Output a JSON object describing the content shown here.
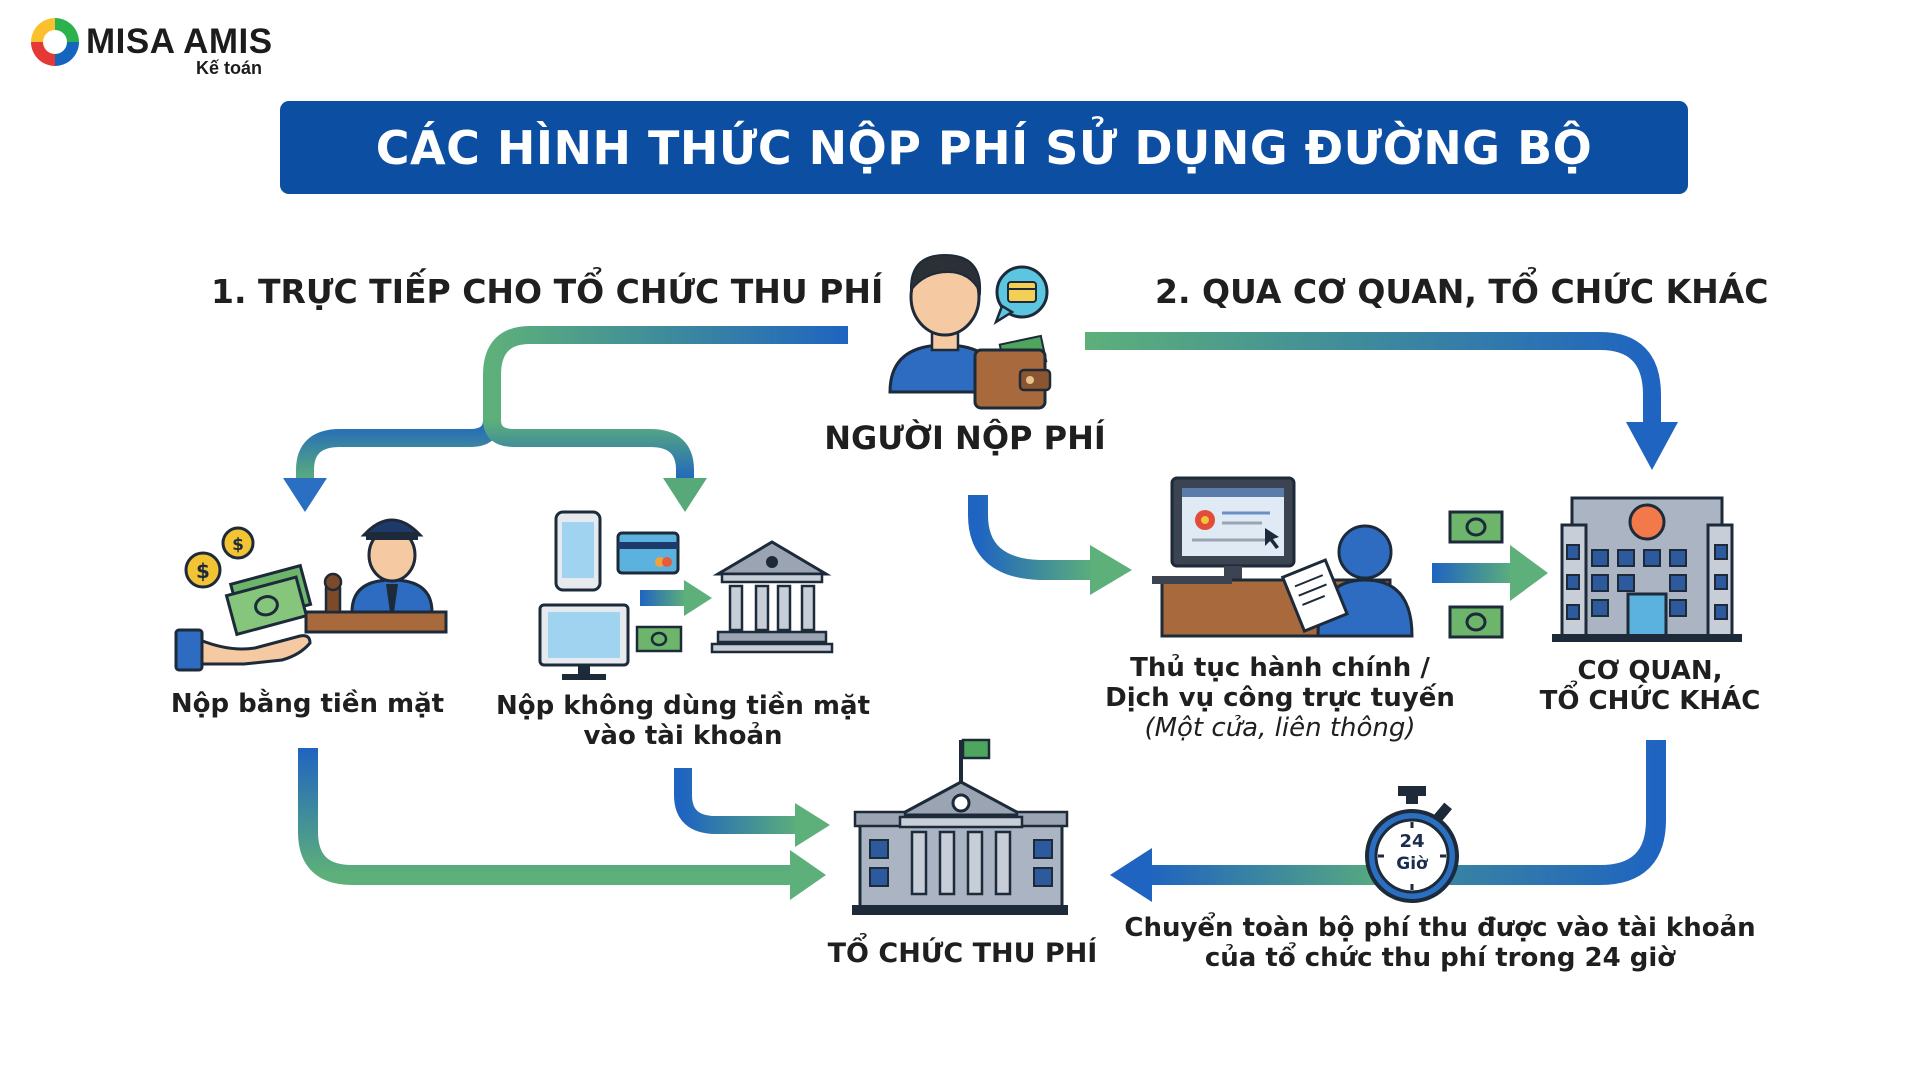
{
  "logo": {
    "brand": "MISA AMIS",
    "sub": "Kế toán"
  },
  "title": "CÁC HÌNH THỨC NỘP PHÍ SỬ DỤNG ĐƯỜNG BỘ",
  "left_heading": "1. TRỰC TIẾP CHO TỔ CHỨC THU PHÍ",
  "right_heading": "2. QUA CƠ QUAN, TỔ CHỨC KHÁC",
  "payer": "NGƯỜI NỘP PHÍ",
  "cash": "Nộp bằng tiền mặt",
  "noncash": {
    "line1": "Nộp không dùng tiền mặt",
    "line2": "vào tài khoản"
  },
  "procedure": {
    "line1": "Thủ tục hành chính /",
    "line2": "Dịch vụ công trực tuyến",
    "line3": "(Một cửa, liên thông)"
  },
  "agency": {
    "line1": "CƠ QUAN,",
    "line2": "TỔ CHỨC KHÁC"
  },
  "collector": "TỔ CHỨC THU PHÍ",
  "transfer": {
    "line1": "Chuyển toàn bộ phí thu được vào tài khoản",
    "line2": "của tổ chức thu phí trong 24 giờ"
  },
  "clock": {
    "hours": "24",
    "unit": "Giờ"
  },
  "colors": {
    "banner": "#0b4ea2",
    "arrow_blue": "#1f64c0",
    "arrow_green": "#5db07a",
    "text": "#1f1f1f"
  }
}
